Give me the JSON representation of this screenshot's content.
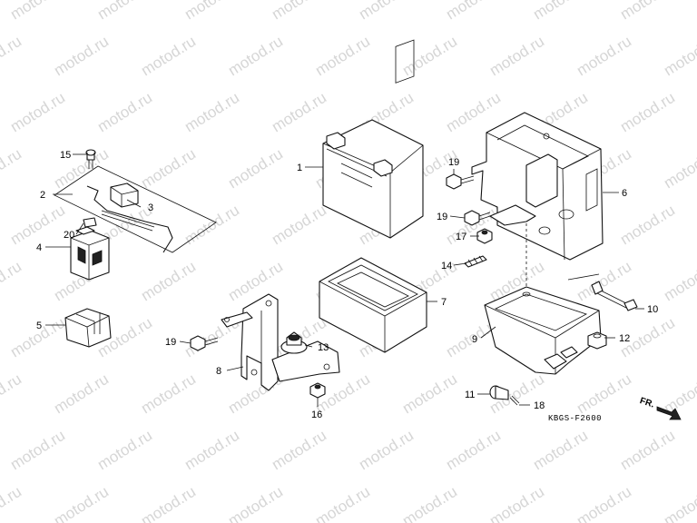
{
  "watermark": {
    "text": "motod.ru"
  },
  "diagram": {
    "code": "KBGS-F2600",
    "direction": "FR.",
    "callouts": [
      {
        "id": "1",
        "label": "1"
      },
      {
        "id": "2",
        "label": "2"
      },
      {
        "id": "3",
        "label": "3"
      },
      {
        "id": "4",
        "label": "4"
      },
      {
        "id": "5",
        "label": "5"
      },
      {
        "id": "6",
        "label": "6"
      },
      {
        "id": "7",
        "label": "7"
      },
      {
        "id": "8",
        "label": "8"
      },
      {
        "id": "9",
        "label": "9"
      },
      {
        "id": "10",
        "label": "10"
      },
      {
        "id": "11",
        "label": "11"
      },
      {
        "id": "12",
        "label": "12"
      },
      {
        "id": "13",
        "label": "13"
      },
      {
        "id": "14",
        "label": "14"
      },
      {
        "id": "15",
        "label": "15"
      },
      {
        "id": "16",
        "label": "16"
      },
      {
        "id": "17",
        "label": "17"
      },
      {
        "id": "18",
        "label": "18"
      },
      {
        "id": "19a",
        "label": "19"
      },
      {
        "id": "19b",
        "label": "19"
      },
      {
        "id": "19c",
        "label": "19"
      },
      {
        "id": "20",
        "label": "20"
      }
    ]
  }
}
